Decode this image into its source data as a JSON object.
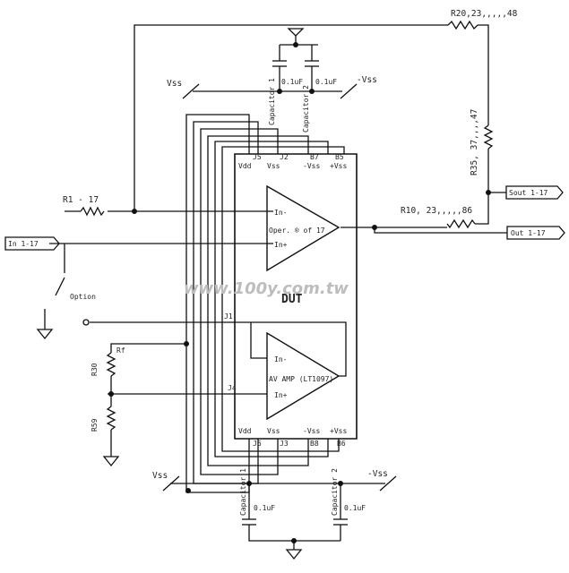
{
  "labels": {
    "r20": "R20,23,,,,,48",
    "r35": "R35, 37,,,,47",
    "r10": "R10, 23,,,,,86",
    "r1": "R1 - 17",
    "vss_top": "Vss",
    "vss_top_right": "-Vss",
    "vss_bottom_left": "Vss",
    "vss_bottom_right": "-Vss",
    "cap_c1": "0.1uF",
    "cap_c2": "0.1uF",
    "cap_c3": "0.1uF",
    "cap_c4": "0.1uF",
    "cap_v1": "Capacitor 1",
    "cap_v2": "Capacitor 2",
    "cap_v3": "Capacitor 1",
    "cap_v4": "Capacitor 2",
    "dut": "DUT",
    "amp1": "Oper. ® of 17",
    "amp2": "AV AMP (LT1097)",
    "top_pins": [
      "Vdd",
      "Vss",
      "-Vss",
      "+Vss"
    ],
    "top_pin_nums": [
      "J5",
      "J2",
      "B7",
      "B5"
    ],
    "bottom_pins": [
      "Vdd",
      "Vss",
      "-Vss",
      "+Vss"
    ],
    "bottom_pin_nums": [
      "J6",
      "J3",
      "B8",
      "B6"
    ],
    "in_pins": [
      "In-",
      "In+"
    ],
    "in2_pins": [
      "In-",
      "In+"
    ],
    "j_left": "J1",
    "j_left2": "J4",
    "option": "Option",
    "r_top": "R30",
    "r_bottom": "R59",
    "r_top_side": "Rf",
    "out_top": "Sout 1-17",
    "out_bottom": "Out 1-17",
    "in_left": "In 1-17",
    "watermark": "www.100y.com.tw"
  }
}
